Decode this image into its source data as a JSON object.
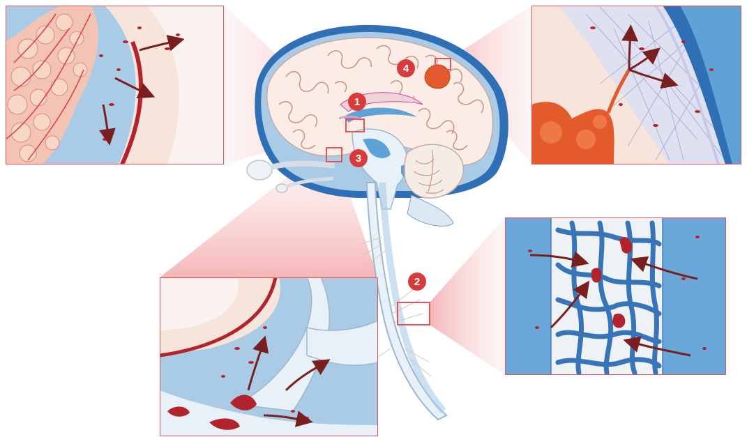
{
  "markers": [
    {
      "label": "1",
      "color": "#d93a3a"
    },
    {
      "label": "2",
      "color": "#d93a3a"
    },
    {
      "label": "3",
      "color": "#d93a3a"
    },
    {
      "label": "4",
      "color": "#d93a3a"
    }
  ],
  "colors": {
    "frame": "#e0545a",
    "callout_fill": "#f6c9ca",
    "csf_blue": "#a9cbe6",
    "ventricle_blue": "#5fa2d6",
    "skull_blue": "#2f6fb5",
    "brain_tissue": "#fbece6",
    "tumor": "#e35a2b",
    "cells": "#b3232c",
    "arrow": "#7a1f1f"
  },
  "icons": [
    "brain-sagittal-illustration",
    "choroid-plexus-detail",
    "meninges-tumor-detail",
    "spinal-cord-capillaries-detail",
    "fourth-ventricle-detail"
  ]
}
